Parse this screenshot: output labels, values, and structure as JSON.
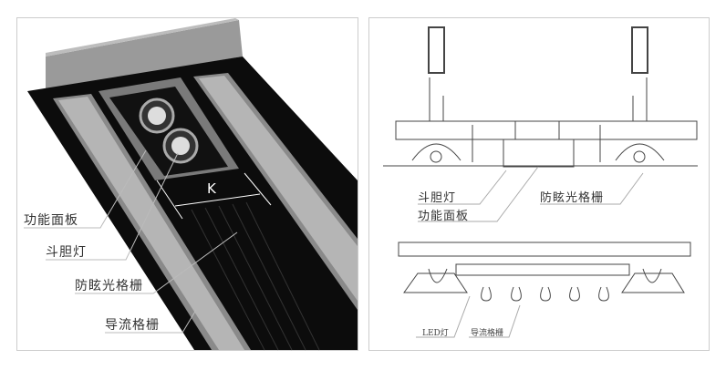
{
  "left_panel": {
    "dimension_marker": "K",
    "labels": [
      "功能面板",
      "斗胆灯",
      "防眩光格栅",
      "导流格栅"
    ]
  },
  "right_panel": {
    "section_labels": [
      "斗胆灯",
      "功能面板",
      "防眩光格栅"
    ],
    "elevation_labels": [
      "LED灯",
      "导流格栅"
    ]
  }
}
